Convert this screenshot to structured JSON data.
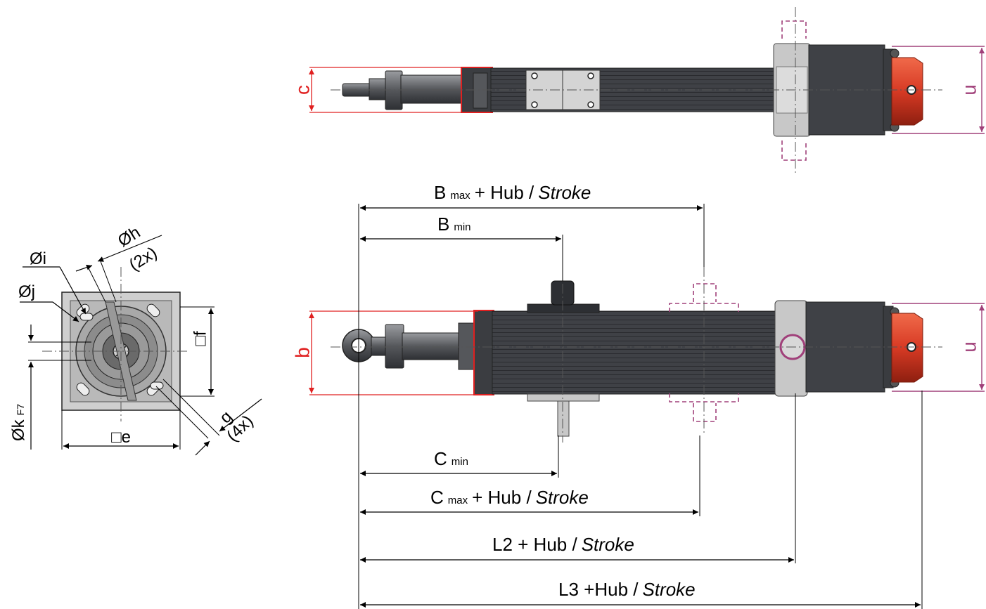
{
  "labels": {
    "b_max": "B",
    "b_max_sub": "max",
    "b_max_tail": "+ Hub /",
    "b_max_stroke": "Stroke",
    "b_min": "B",
    "b_min_sub": "min",
    "c_min": "C",
    "c_min_sub": "min",
    "c_max": "C",
    "c_max_sub": "max",
    "c_max_tail": "+ Hub /",
    "c_max_stroke": "Stroke",
    "l2": "L2 + Hub /",
    "l2_stroke": "Stroke",
    "l3": "L3 +Hub /",
    "l3_stroke": "Stroke",
    "c": "c",
    "b": "b",
    "u_top": "u",
    "u_bottom": "u",
    "oh": "Øh",
    "oh_count": "(2x)",
    "oi": "Øi",
    "oj": "Øj",
    "ok": "Øk",
    "ok_sub": "F7",
    "f": "□f",
    "e": "□e",
    "g": "g",
    "g_count": "(4x)"
  },
  "colors": {
    "body": "#3f4146",
    "body_dark": "#2d2f33",
    "endcap_red": "#d73a24",
    "flange_gray": "#c8c8c8",
    "dim_red": "#e02020",
    "dim_magenta": "#a0407a"
  }
}
